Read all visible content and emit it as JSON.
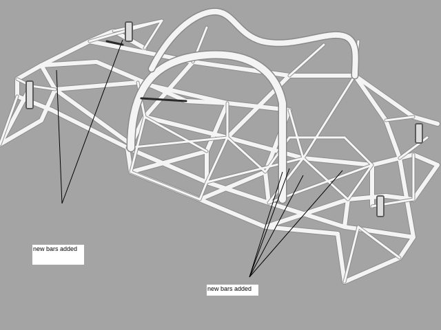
{
  "viewport": {
    "background": "#a4a4a4",
    "tube_color": "#f4f4f4",
    "tube_shadow": "#8a8a8a",
    "leader_color": "#000000",
    "subject": "tube-frame-chassis-wireframe"
  },
  "annotations": [
    {
      "text": "new bars added"
    },
    {
      "text": "new bars added"
    }
  ]
}
